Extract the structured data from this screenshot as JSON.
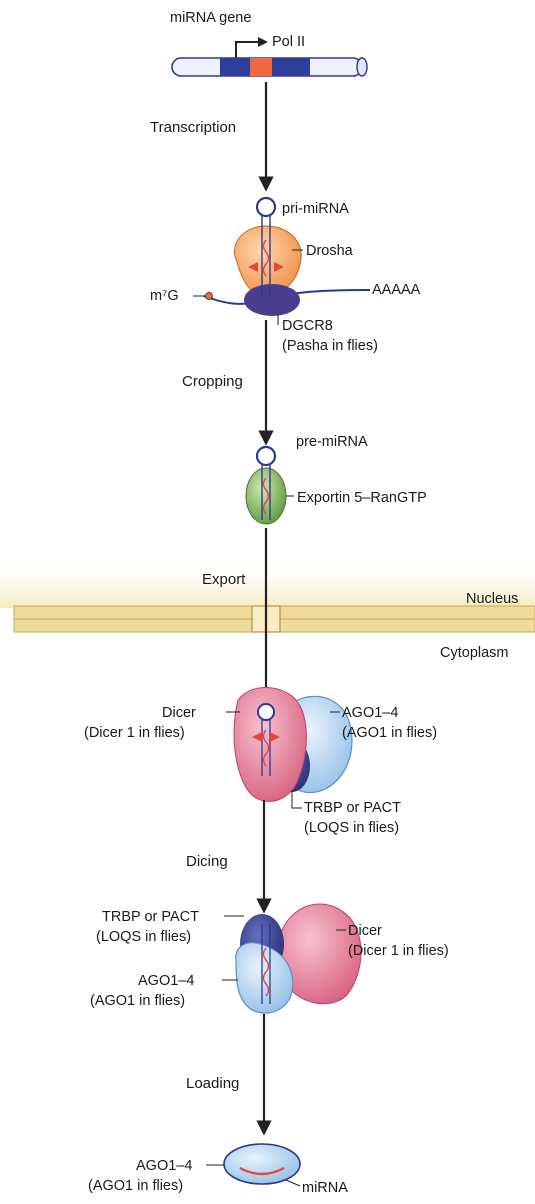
{
  "gene": {
    "label": "miRNA gene",
    "promoter": "Pol II"
  },
  "steps": {
    "transcription": "Transcription",
    "cropping": "Cropping",
    "export": "Export",
    "dicing": "Dicing",
    "loading": "Loading"
  },
  "nuclear": {
    "pri_mirna": "pri-miRNA",
    "drosha": "Drosha",
    "cap": "m⁷G",
    "polya": "AAAAA",
    "dgcr8": "DGCR8",
    "pasha": "(Pasha in flies)",
    "pre_mirna": "pre-miRNA",
    "exportin": "Exportin 5–RanGTP"
  },
  "membrane": {
    "nucleus": "Nucleus",
    "cytoplasm": "Cytoplasm"
  },
  "dicer_complex": {
    "dicer": "Dicer",
    "dicer_flies": "(Dicer 1 in flies)",
    "ago": "AGO1–4",
    "ago_flies": "(AGO1 in flies)",
    "trbp": "TRBP or PACT",
    "loqs": "(LOQS in flies)"
  },
  "loading_complex": {
    "trbp": "TRBP or PACT",
    "loqs": "(LOQS in flies)",
    "dicer": "Dicer",
    "dicer_flies": "(Dicer 1 in flies)",
    "ago": "AGO1–4",
    "ago_flies": "(AGO1 in flies)"
  },
  "final": {
    "ago": "AGO1–4",
    "ago_flies": "(AGO1 in flies)",
    "mirna": "miRNA"
  },
  "colors": {
    "drosha": "#f3a15e",
    "dgcr8": "#4a3d8f",
    "exportin": "#7db55a",
    "dicer": "#e0728f",
    "ago": "#b9d7f2",
    "trbp": "#2e3586",
    "rna_red": "#e8453c",
    "membrane": "#e8d28c"
  }
}
